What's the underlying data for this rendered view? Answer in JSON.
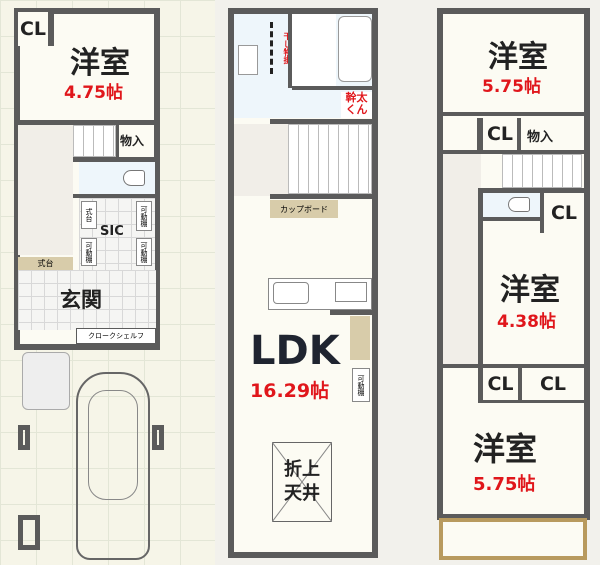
{
  "floor1": {
    "cl": "CL",
    "room_label": "洋室",
    "room_size": "4.75帖",
    "storage": "物入",
    "sic": "SIC",
    "step": "式台",
    "step2": "式台",
    "shelf_a": "可動棚",
    "shelf_b": "可動棚",
    "shelf_c": "可動棚",
    "entrance": "玄関",
    "cloak_shelf": "クロークシェルフ"
  },
  "floor2": {
    "drying_rack": "干し物掛",
    "dryer": "幹太くん",
    "cupboard": "カップボード",
    "ldk": "LDK",
    "ldk_size": "16.29帖",
    "shelf": "可動棚",
    "ceiling": "折上天井"
  },
  "floor3": {
    "room1_label": "洋室",
    "room1_size": "5.75帖",
    "cl1": "CL",
    "storage": "物入",
    "cl2": "CL",
    "room2_label": "洋室",
    "room2_size": "4.38帖",
    "cl3": "CL",
    "cl4": "CL",
    "room3_label": "洋室",
    "room3_size": "5.75帖"
  },
  "colors": {
    "wall": "#5b5b5b",
    "area": "#e0161b",
    "accent": "#d8ccaa"
  }
}
